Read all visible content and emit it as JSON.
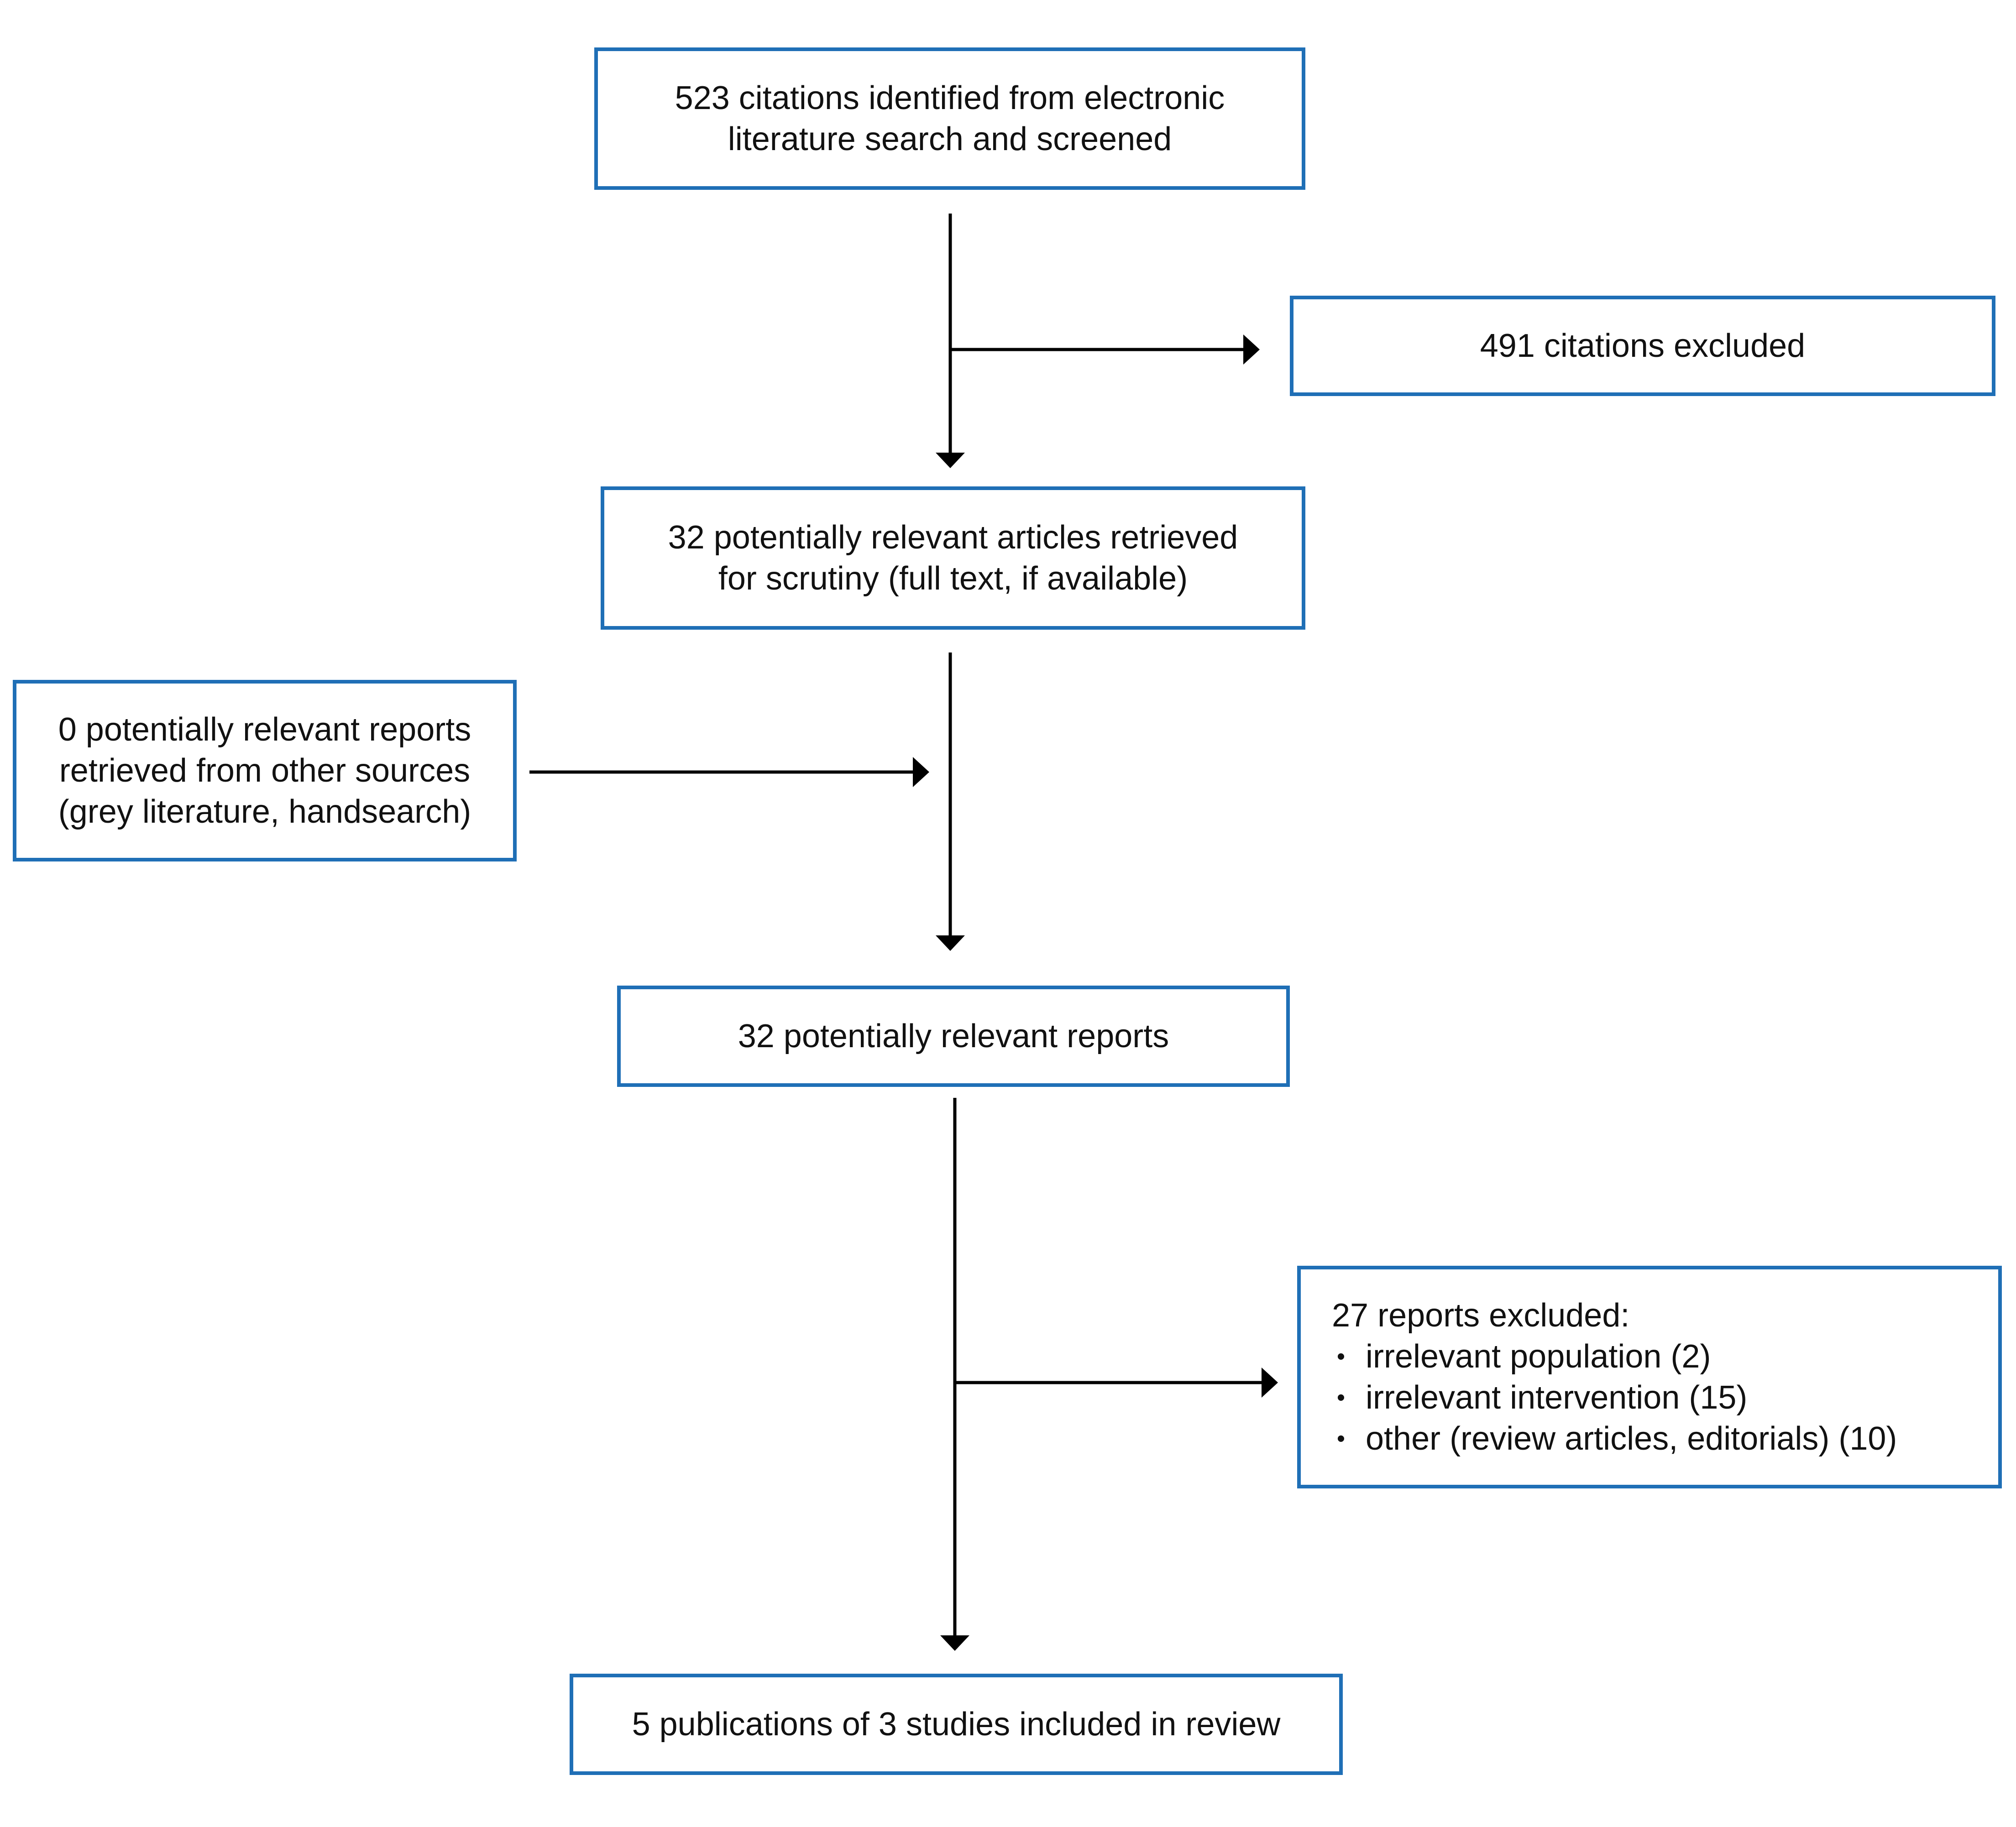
{
  "diagram": {
    "type": "flowchart",
    "border_color": "#1f6fb6",
    "line_color": "#000000",
    "boxes": {
      "identified": {
        "lines": [
          "523 citations identified from electronic",
          "literature search and screened"
        ]
      },
      "citations_excluded": {
        "lines": [
          "491 citations excluded"
        ]
      },
      "retrieved": {
        "lines": [
          "32 potentially relevant articles retrieved",
          "for scrutiny (full text, if available)"
        ]
      },
      "other_sources": {
        "lines": [
          "0 potentially relevant reports",
          "retrieved from other sources",
          "(grey literature, handsearch)"
        ]
      },
      "relevant_reports": {
        "lines": [
          "32 potentially relevant reports"
        ]
      },
      "reports_excluded": {
        "heading": "27 reports excluded:",
        "bullet_symbol": "•",
        "items": [
          "irrelevant population (2)",
          "irrelevant intervention (15)",
          "other (review articles, editorials) (10)"
        ]
      },
      "included": {
        "lines": [
          "5 publications of 3 studies included in review"
        ]
      }
    }
  }
}
